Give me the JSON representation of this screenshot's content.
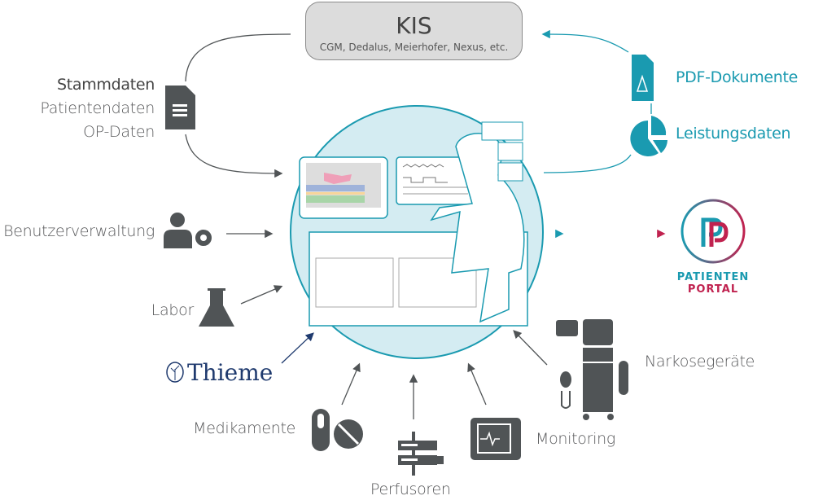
{
  "kis": {
    "title": "KIS",
    "subtitle": "CGM, Dedalus, Meierhofer, Nexus, etc."
  },
  "left_inputs": {
    "stammdaten": {
      "title": "Stammdaten",
      "lines": [
        "Patientendaten",
        "OP-Daten"
      ],
      "icon": "document-icon"
    },
    "benutzer": {
      "label": "Benutzerverwaltung",
      "icon": "user-gear-icon"
    },
    "labor": {
      "label": "Labor",
      "icon": "flask-icon"
    },
    "thieme": {
      "label": "Thieme",
      "icon": "tree-logo-icon"
    }
  },
  "right_outputs": {
    "pdf": {
      "label": "PDF-Dokumente",
      "icon": "pdf-document-icon"
    },
    "leistung": {
      "label": "Leistungsdaten",
      "icon": "pie-chart-icon"
    },
    "portal": {
      "line1": "PATIENTEN",
      "line2": "PORTAL",
      "icon": "patient-portal-logo"
    }
  },
  "bottom_inputs": {
    "medikamente": {
      "label": "Medikamente",
      "icon": "pills-icon"
    },
    "perfusoren": {
      "label": "Perfusoren",
      "icon": "infusion-pump-icon"
    },
    "monitoring": {
      "label": "Monitoring",
      "icon": "monitor-icon"
    },
    "narkose": {
      "label": "Narkosegeräte",
      "icon": "anesthesia-machine-icon"
    }
  },
  "colors": {
    "teal": "#1a9ab0",
    "dark": "#505456",
    "navy": "#1f3a6e",
    "crimson": "#c0224f",
    "circle": "#d4ecf2"
  }
}
